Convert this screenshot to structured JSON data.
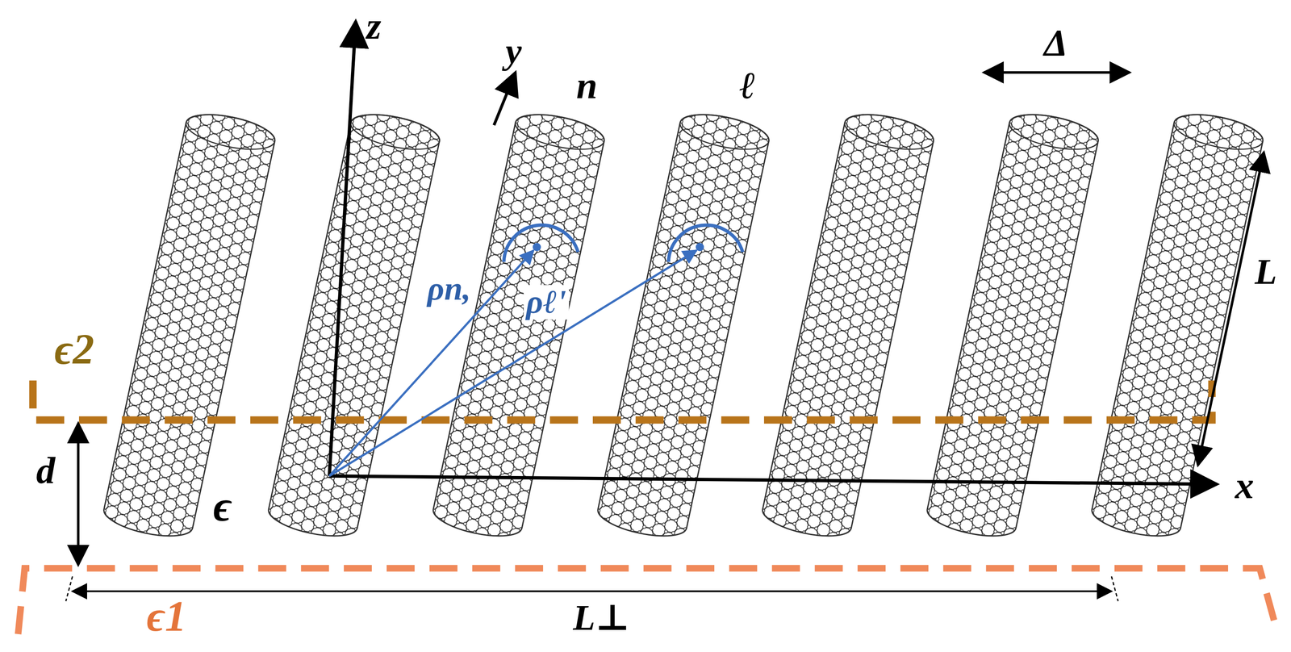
{
  "diagram": {
    "labels": [
      "z",
      "y",
      "n",
      "ℓ",
      "Δ",
      "L",
      "ρn,",
      "ρℓ'",
      "ϵ2",
      "d",
      "ϵ",
      "x",
      "ϵ1",
      "L⊥"
    ]
  }
}
